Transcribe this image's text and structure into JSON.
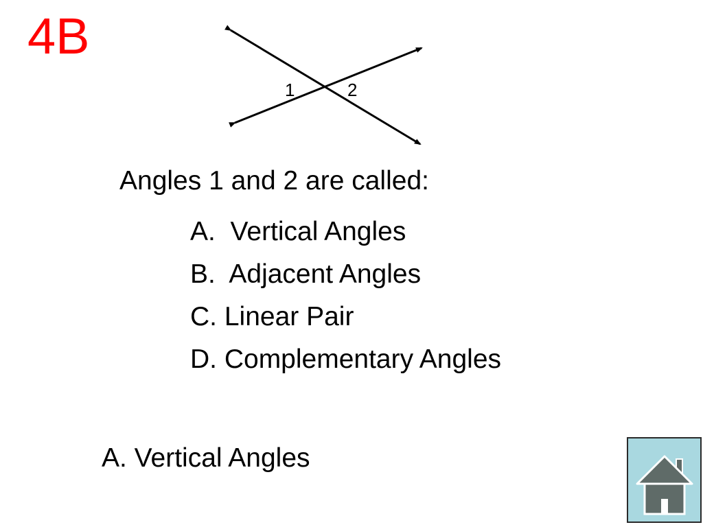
{
  "slide": {
    "label": "4B",
    "label_color": "#ff0000"
  },
  "diagram": {
    "angle_labels": [
      "1",
      "2"
    ]
  },
  "question": {
    "prompt": "Angles 1 and 2 are called:",
    "options": [
      "A.  Vertical Angles",
      "B.  Adjacent Angles",
      "C. Linear Pair",
      "D. Complementary Angles"
    ]
  },
  "answer": {
    "text": "A. Vertical Angles"
  },
  "home_button": {
    "icon": "home-icon",
    "background_color": "#a9d8e0",
    "icon_color": "#5f6b68"
  }
}
